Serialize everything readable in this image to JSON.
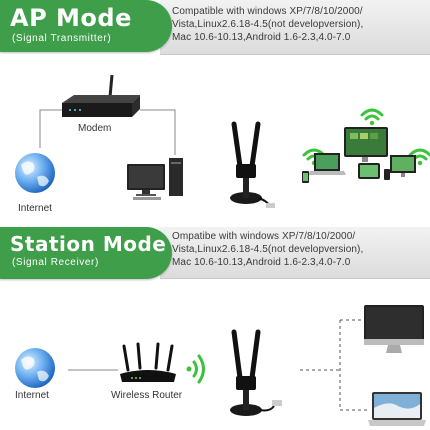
{
  "ap_mode": {
    "title": "AP Mode",
    "subtitle": "(Signal Transmitter)",
    "compat_lines": [
      "Compatible with windows XP/7/8/10/2000/",
      "Vista,Linux2.6.18-4.5(not developversion),",
      "Mac 10.6-10.13,Android 1.6-2.3,4.0-7.0"
    ],
    "labels": {
      "modem": "Modem",
      "internet": "Internet"
    }
  },
  "station_mode": {
    "title": "Station Mode",
    "subtitle": "(Signal Receiver)",
    "compat_lines": [
      "Ompatibe with windows XP/7/8/10/2000/",
      "Vista,Linux2.6.18-4.5(not developversion),",
      "Mac 10.6-10.13,Android 1.6-2.3,4.0-7.0"
    ],
    "labels": {
      "internet": "Internet",
      "router": "Wireless Router"
    }
  },
  "colors": {
    "banner_green": "#3f9e4a",
    "wifi_green": "#3cc23c",
    "globe_blue": "#2a7fd8",
    "line_gray": "#8a8a8a"
  },
  "icons": [
    "wifi-icon",
    "globe-icon",
    "modem-icon",
    "router-icon",
    "desktop-pc-icon",
    "usb-wifi-adapter-icon",
    "laptop-icon",
    "monitor-icon",
    "tablet-icon",
    "phone-icon"
  ]
}
